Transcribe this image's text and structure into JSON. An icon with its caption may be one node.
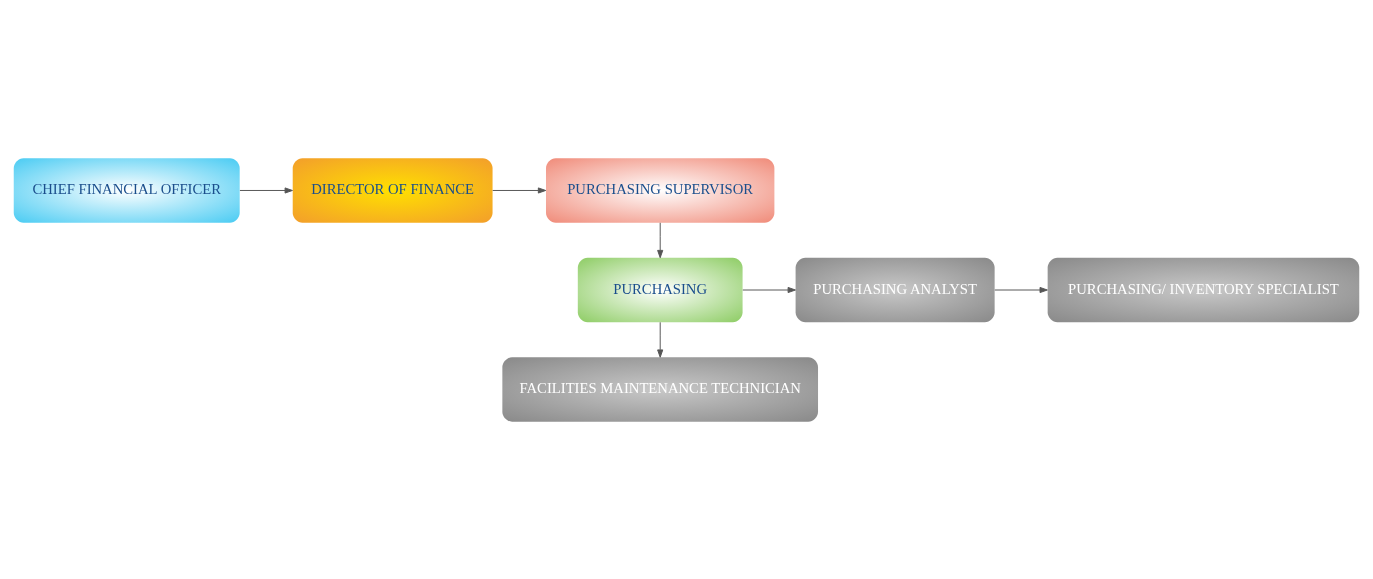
{
  "diagram": {
    "nodes": [
      {
        "text": [
          "PURCHASING SUPERVISOR"
        ]
      },
      {
        "text": [
          "DIRECTOR OF FINANCE"
        ]
      },
      {
        "text": [
          "CHIEF FINANCIAL OFFICER"
        ]
      },
      {
        "text": [
          "PURCHASING"
        ]
      },
      {
        "text": [
          "PURCHASING ANALYST"
        ]
      },
      {
        "text": [
          "PURCHASING/ INVENTORY SPECIALIST"
        ]
      },
      {
        "text": [
          "FACILITIES MAINTENANCE TECHNICIAN"
        ]
      }
    ],
    "edges": [
      {
        "from": 2,
        "to": 1,
        "arrow": "to"
      },
      {
        "from": 1,
        "to": 0,
        "arrow": "to"
      },
      {
        "from": 0,
        "to": 3,
        "arrow": "to"
      },
      {
        "from": 3,
        "to": 4,
        "arrow": "to"
      },
      {
        "from": 4,
        "to": 5,
        "arrow": "to"
      },
      {
        "from": 3,
        "to": 6,
        "arrow": "to"
      }
    ]
  }
}
